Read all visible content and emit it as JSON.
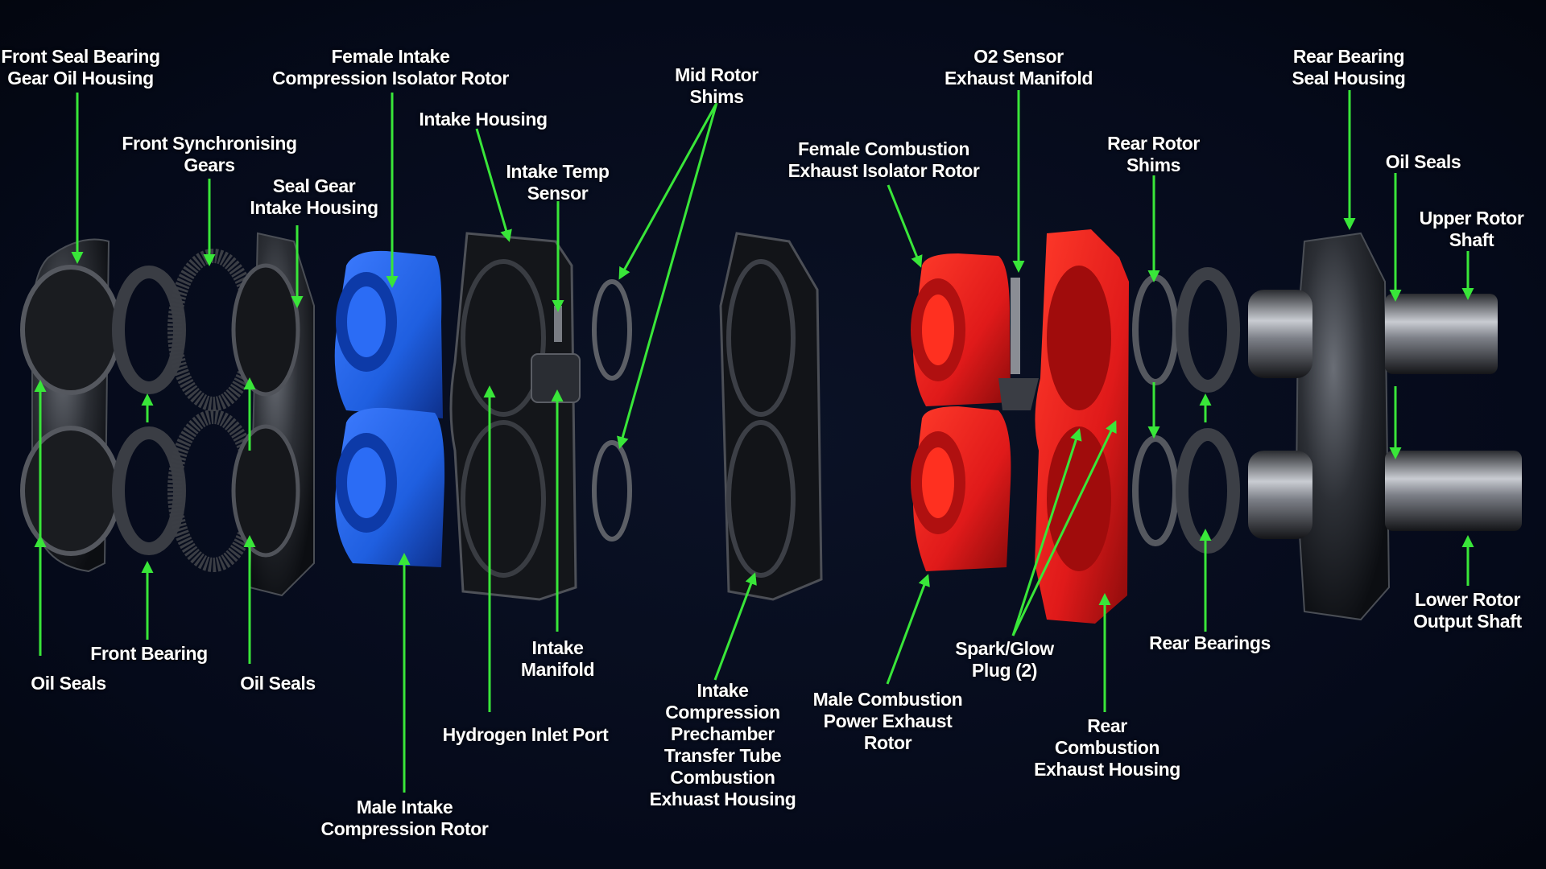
{
  "diagram": {
    "colors": {
      "background": "#050a1a",
      "arrow": "#39e639",
      "intake_rotor": "#1f5fe0",
      "combustion_parts": "#e01a1a",
      "metal_parts": "#2a2d33",
      "label_text": "#ffffff"
    },
    "labels": {
      "front_seal_bearing_gear_oil_housing": "Front Seal Bearing\nGear Oil Housing",
      "front_synchronising_gears": "Front Synchronising\nGears",
      "seal_gear_intake_housing": "Seal Gear\nIntake Housing",
      "female_intake_compression_isolator_rotor": "Female Intake\nCompression Isolator Rotor",
      "intake_housing": "Intake Housing",
      "intake_temp_sensor": "Intake Temp\nSensor",
      "mid_rotor_shims": "Mid Rotor\nShims",
      "female_combustion_exhaust_isolator_rotor": "Female Combustion\nExhaust Isolator Rotor",
      "o2_sensor_exhaust_manifold": "O2 Sensor\nExhaust Manifold",
      "rear_rotor_shims": "Rear Rotor\nShims",
      "rear_bearing_seal_housing": "Rear Bearing\nSeal Housing",
      "oil_seals_right": "Oil Seals",
      "upper_rotor_shaft": "Upper Rotor\nShaft",
      "oil_seals_left": "Oil Seals",
      "front_bearing": "Front Bearing",
      "oil_seals_center": "Oil Seals",
      "intake_manifold": "Intake\nManifold",
      "hydrogen_inlet_port": "Hydrogen Inlet Port",
      "male_intake_compression_rotor": "Male Intake\nCompression Rotor",
      "intake_compression_prechamber": "Intake\nCompression\nPrechamber\nTransfer Tube\nCombustion\nExhuast Housing",
      "male_combustion_power_exhaust_rotor": "Male Combustion\nPower Exhaust\nRotor",
      "spark_glow_plug": "Spark/Glow\nPlug (2)",
      "rear_combustion_exhaust_housing": "Rear\nCombustion\nExhaust Housing",
      "rear_bearings": "Rear Bearings",
      "lower_rotor_output_shaft": "Lower Rotor\nOutput Shaft"
    }
  }
}
